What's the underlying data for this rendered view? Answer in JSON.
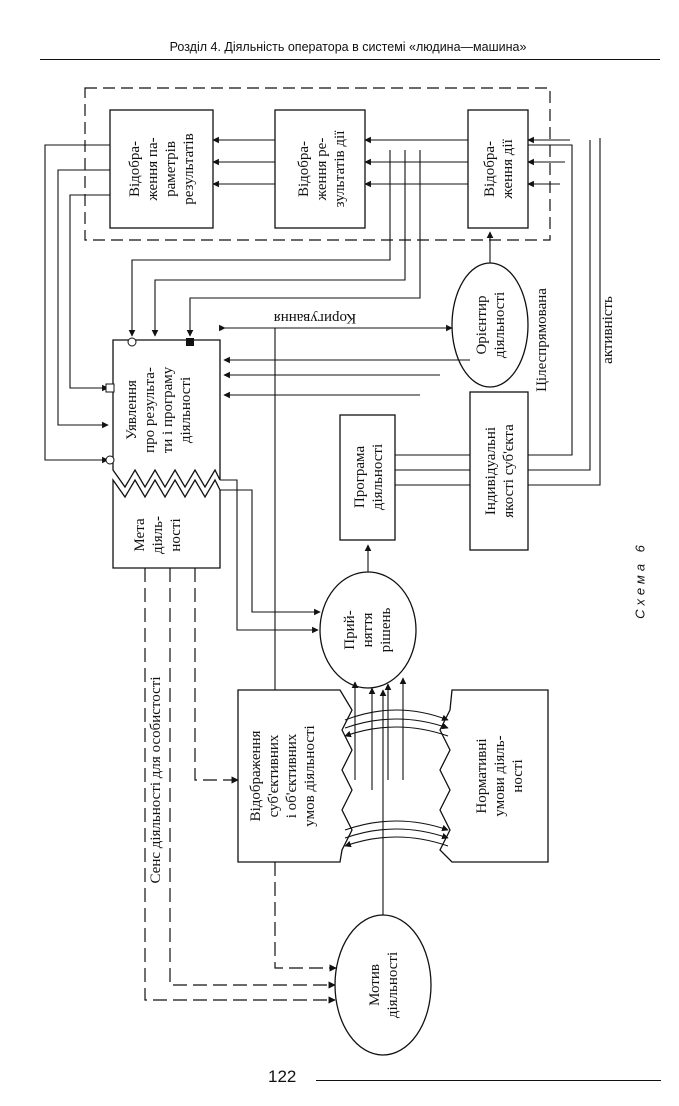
{
  "header": {
    "text": "Розділ 4. Діяльність оператора в системі «людина—машина»"
  },
  "page": {
    "number": "122",
    "scheme_label": "Схема 6"
  },
  "nodes": {
    "display_params": [
      "Відобра-",
      "ження па-",
      "раметрів",
      "результатів"
    ],
    "display_results": [
      "Відобра-",
      "ження ре-",
      "зультатів дії"
    ],
    "display_action": [
      "Відобра-",
      "ження дії"
    ],
    "orientation": [
      "Орієнтир",
      "діяльності"
    ],
    "idea": [
      "Уявлення",
      "про результа-",
      "ти і програму",
      "діяльності"
    ],
    "goal": [
      "Мета",
      "діяль-",
      "ності"
    ],
    "program": [
      "Програма",
      "діяльності"
    ],
    "individual": [
      "Індивідуальні",
      "якості суб'єкта"
    ],
    "decision": [
      "Прий-",
      "няття",
      "рішень"
    ],
    "reflection": [
      "Відображення",
      "суб'єктивних",
      "і об'єктивних",
      "умов діяльності"
    ],
    "normative": [
      "Нормативні",
      "умови діяль-",
      "ності"
    ],
    "motive": [
      "Мотив",
      "діяльності"
    ]
  },
  "labels": {
    "correction": "Коригування",
    "purposeful": "Цілеспрямована",
    "activity": "активність",
    "sense": "Сенс діяльності для особистості"
  }
}
